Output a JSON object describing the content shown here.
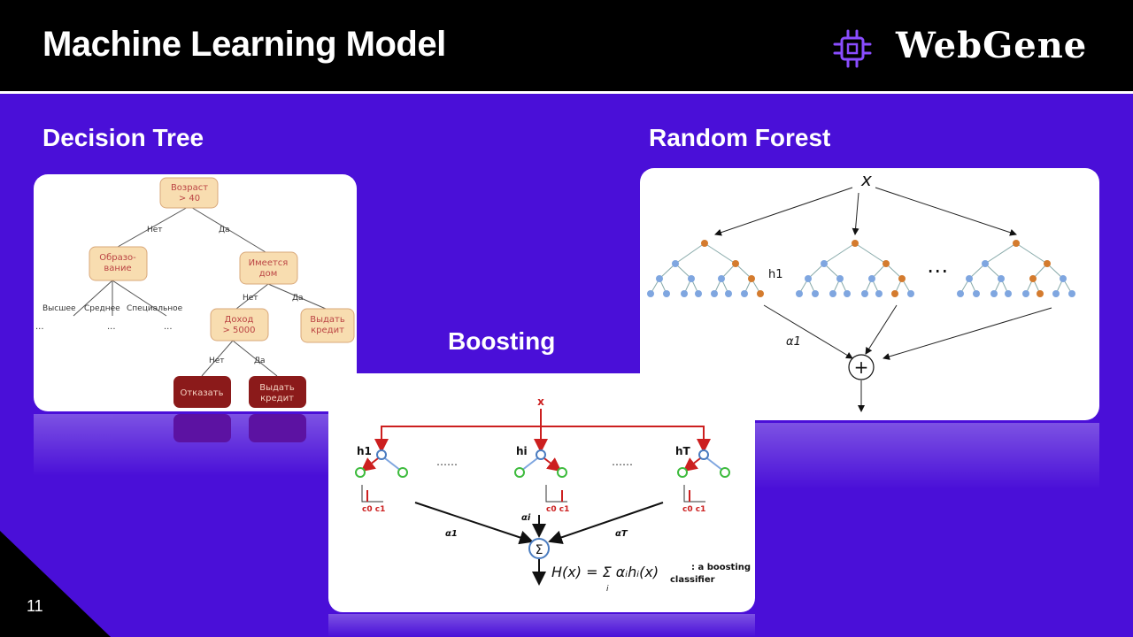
{
  "header": {
    "title": "Machine Learning Model",
    "logo_text": "WebGene",
    "logo_icon": "chip-icon"
  },
  "sections": {
    "decision_tree": "Decision Tree",
    "random_forest": "Random Forest",
    "boosting": "Boosting"
  },
  "decision_tree": {
    "root": "Возраст\n> 40",
    "edge_no": "Нет",
    "edge_yes": "Да",
    "education": "Образо-\nвание",
    "has_house": "Имеется\nдом",
    "edu_options": [
      "Высшее",
      "Среднее",
      "Специальное"
    ],
    "ellipsis": "...",
    "income": "Доход\n> 5000",
    "give_credit": "Выдать\nкредит",
    "refuse": "Отказать",
    "give_credit_leaf": "Выдать\nкредит"
  },
  "random_forest": {
    "input": "x",
    "h1": "h1",
    "alpha1": "α1",
    "dots": "⋯",
    "plus": "+"
  },
  "boosting": {
    "input": "x",
    "h_labels": [
      "h1",
      "hi",
      "hT"
    ],
    "dots": "……",
    "axis_labels": "c0 c1",
    "alpha_labels": [
      "α1",
      "αi",
      "αT"
    ],
    "sum": "Σ",
    "formula": "H(x) = Σ αᵢhᵢ(x)",
    "formula_index": "i",
    "formula_note_1": ": a boosting",
    "formula_note_2": "classifier"
  },
  "footer": {
    "page_number": "11"
  },
  "colors": {
    "background": "#4a0fd8",
    "header": "#000000",
    "node_fill": "#f8ddb0",
    "node_stroke": "#d9a87a",
    "leaf_fill": "#8b1a1a",
    "orange_node": "#d47b2e",
    "blue_node": "#7fa6e0",
    "red_arrow": "#cc1f1f",
    "green_leaf": "#3dbb3d"
  }
}
